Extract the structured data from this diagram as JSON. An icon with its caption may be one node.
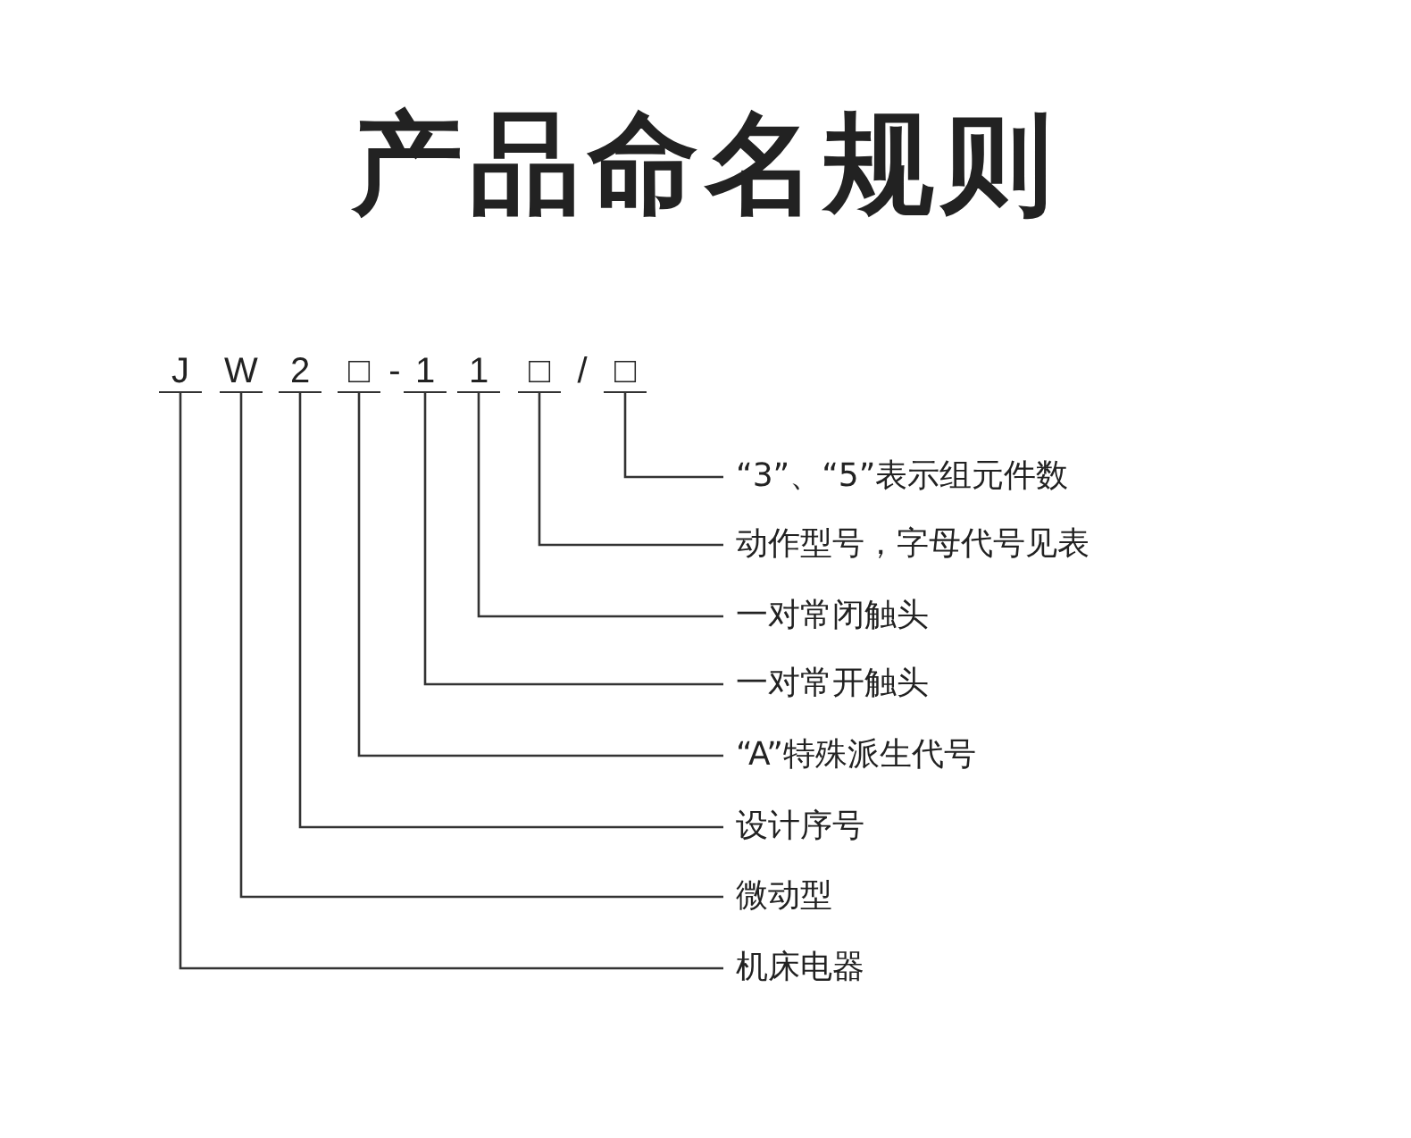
{
  "diagram": {
    "title": "产品命名规则",
    "nodes": [
      {
        "text": [
          "J"
        ]
      },
      {
        "text": [
          "W"
        ]
      },
      {
        "text": [
          "2"
        ]
      },
      {
        "text": [
          "□"
        ]
      },
      {
        "text": [
          "1"
        ]
      },
      {
        "text": [
          "1"
        ]
      },
      {
        "text": [
          "□"
        ]
      },
      {
        "text": [
          "□"
        ]
      },
      {
        "text": [
          "“3”、“5”表示组元件数"
        ]
      },
      {
        "text": [
          "动作型号，字母代号见表"
        ]
      },
      {
        "text": [
          "一对常闭触头"
        ]
      },
      {
        "text": [
          "一对常开触头"
        ]
      },
      {
        "text": [
          "“A”特殊派生代号"
        ]
      },
      {
        "text": [
          "设计序号"
        ]
      },
      {
        "text": [
          "微动型"
        ]
      },
      {
        "text": [
          "机床电器"
        ]
      }
    ],
    "edges": [
      {
        "from": 7,
        "to": 8,
        "arrow": "none"
      },
      {
        "from": 6,
        "to": 9,
        "arrow": "none"
      },
      {
        "from": 5,
        "to": 10,
        "arrow": "none"
      },
      {
        "from": 4,
        "to": 11,
        "arrow": "none"
      },
      {
        "from": 3,
        "to": 12,
        "arrow": "none"
      },
      {
        "from": 2,
        "to": 13,
        "arrow": "none"
      },
      {
        "from": 1,
        "to": 14,
        "arrow": "none"
      },
      {
        "from": 0,
        "to": 15,
        "arrow": "none"
      }
    ],
    "labels": [
      "-",
      "/"
    ]
  }
}
